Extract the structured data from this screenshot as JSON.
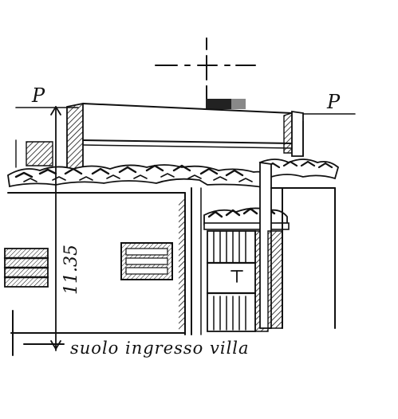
{
  "labels": {
    "section_left": "P",
    "section_right": "P",
    "height_dimension": "11.35",
    "caption": "suolo ingresso villa"
  }
}
